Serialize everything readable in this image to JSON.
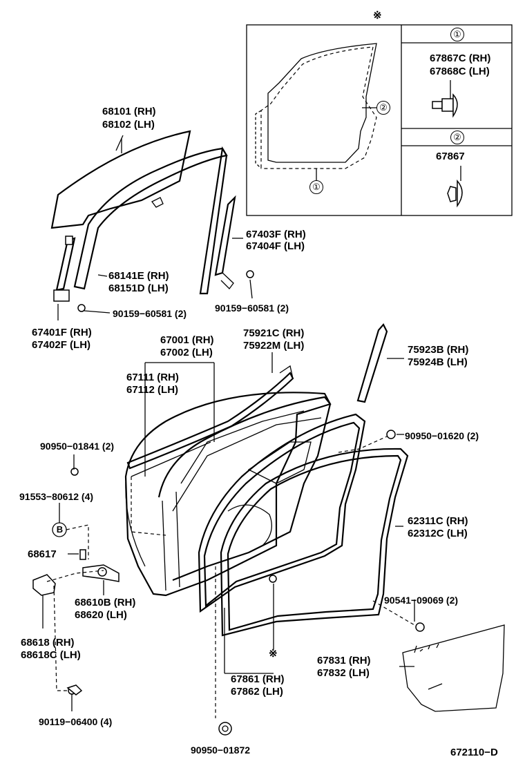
{
  "inset": {
    "marker": "※",
    "callout_1": "①",
    "callout_2": "②",
    "section_1": {
      "badge": "①",
      "part_rh": "67867C (RH)",
      "part_lh": "67868C (LH)"
    },
    "section_2": {
      "badge": "②",
      "part": "67867"
    }
  },
  "parts": {
    "p68101": "68101 (RH)",
    "p68102": "68102 (LH)",
    "p67403f": "67403F (RH)",
    "p67404f": "67404F (LH)",
    "p68141e": "68141E (RH)",
    "p68151d": "68151D (LH)",
    "p90159_left": "90159−60581 (2)",
    "p90159_right": "90159−60581 (2)",
    "p67401f": "67401F (RH)",
    "p67402f": "67402F (LH)",
    "p67001": "67001 (RH)",
    "p67002": "67002 (LH)",
    "p75921c": "75921C (RH)",
    "p75922m": "75922M (LH)",
    "p75923b": "75923B (RH)",
    "p75924b": "75924B (LH)",
    "p67111": "67111 (RH)",
    "p67112": "67112 (LH)",
    "p90950_01841": "90950−01841 (2)",
    "p90950_01620": "90950−01620 (2)",
    "p91553": "91553−80612 (4)",
    "circle_b": "B",
    "p62311c": "62311C (RH)",
    "p62312c": "62312C (LH)",
    "p68617": "68617",
    "p68610b": "68610B (RH)",
    "p68620": "68620    (LH)",
    "p90541": "90541−09069 (2)",
    "p68618": "68618    (RH)",
    "p68618c": "68618C (LH)",
    "asterisk_marker": "※",
    "p67831": "67831 (RH)",
    "p67832": "67832 (LH)",
    "p67861": "67861 (RH)",
    "p67862": "67862 (LH)",
    "p90119": "90119−06400 (4)",
    "p90950_01872": "90950−01872",
    "diagram_code": "672110−D"
  }
}
